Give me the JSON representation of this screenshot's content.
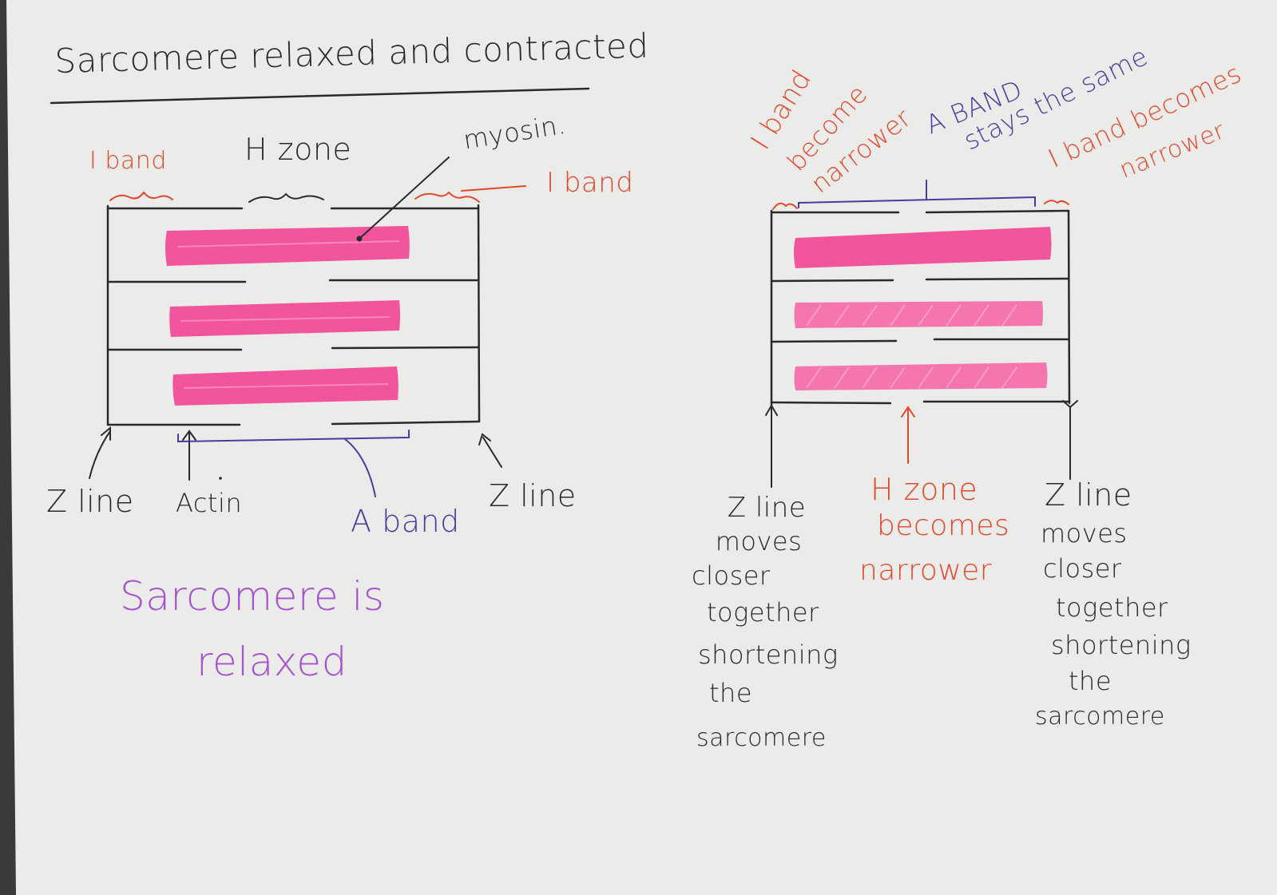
{
  "title": "Sarcomere relaxed and contracted",
  "relaxed": {
    "labels": {
      "i_band_left": "I band",
      "h_zone": "H zone",
      "myosin": "myosin.",
      "i_band_right": "I band",
      "z_line_left": "Z line",
      "actin": "Actin",
      "a_band": "A band",
      "z_line_right": "Z line"
    },
    "caption": [
      "Sarcomere is",
      "relaxed"
    ]
  },
  "contracted": {
    "i_band_left_note": [
      "I band",
      "become",
      "narrower"
    ],
    "a_band_note": [
      "A BAND",
      "stays the same"
    ],
    "i_band_right_note": [
      "I band becomes",
      "narrower"
    ],
    "z_line_left_note": [
      "Z line",
      "moves",
      "closer",
      "together",
      "shortening",
      "the",
      "sarcomere"
    ],
    "h_zone_note": [
      "H zone",
      "becomes",
      "narrower"
    ],
    "z_line_right_note": [
      "Z line",
      "moves",
      "closer",
      "together",
      "shortening",
      "the",
      "sarcomere"
    ]
  },
  "colors": {
    "paper": "#ebebe9",
    "ink": "#2a2a2e",
    "myosin_pink": "#f2559b",
    "label_red": "#e2482c",
    "label_blue": "#4b3aa0",
    "caption_purple": "#a652d0"
  }
}
